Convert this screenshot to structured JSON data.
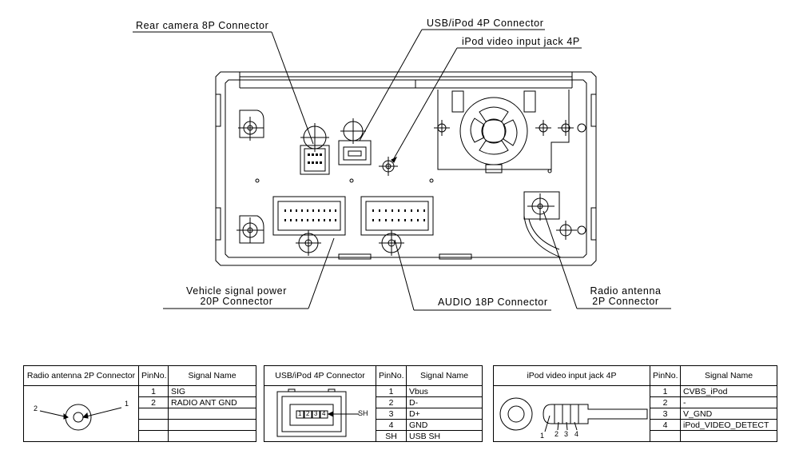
{
  "callouts": {
    "rear_camera": "Rear camera 8P Connector",
    "usb_ipod": "USB/iPod 4P Connector",
    "ipod_video": "iPod video input jack 4P",
    "vehicle_line1": "Vehicle signal power",
    "vehicle_line2": "20P Connector",
    "audio": "AUDIO 18P Connector",
    "radio_line1": "Radio antenna",
    "radio_line2": "2P Connector"
  },
  "tables": {
    "radio": {
      "title": "Radio antenna 2P Connector",
      "col_pin": "PinNo.",
      "col_signal": "Signal Name",
      "fig_labels": [
        "2",
        "1"
      ],
      "rows": [
        {
          "pin": "1",
          "signal": "SIG"
        },
        {
          "pin": "2",
          "signal": "RADIO ANT GND"
        },
        {
          "pin": "",
          "signal": ""
        },
        {
          "pin": "",
          "signal": ""
        },
        {
          "pin": "",
          "signal": ""
        }
      ]
    },
    "usb": {
      "title": "USB/iPod 4P Connector",
      "col_pin": "PinNo.",
      "col_signal": "Signal Name",
      "fig_labels": [
        "1",
        "2",
        "3",
        "4",
        "SH"
      ],
      "rows": [
        {
          "pin": "1",
          "signal": "Vbus"
        },
        {
          "pin": "2",
          "signal": "D-"
        },
        {
          "pin": "3",
          "signal": "D+"
        },
        {
          "pin": "4",
          "signal": "GND"
        },
        {
          "pin": "SH",
          "signal": "USB SH"
        }
      ]
    },
    "ipod": {
      "title": "iPod video input jack 4P",
      "col_pin": "PinNo.",
      "col_signal": "Signal Name",
      "fig_labels": [
        "1",
        "2",
        "3",
        "4"
      ],
      "rows": [
        {
          "pin": "1",
          "signal": "CVBS_iPod"
        },
        {
          "pin": "2",
          "signal": "-"
        },
        {
          "pin": "3",
          "signal": "V_GND"
        },
        {
          "pin": "4",
          "signal": "iPod_VIDEO_DETECT"
        },
        {
          "pin": "",
          "signal": ""
        }
      ]
    }
  }
}
